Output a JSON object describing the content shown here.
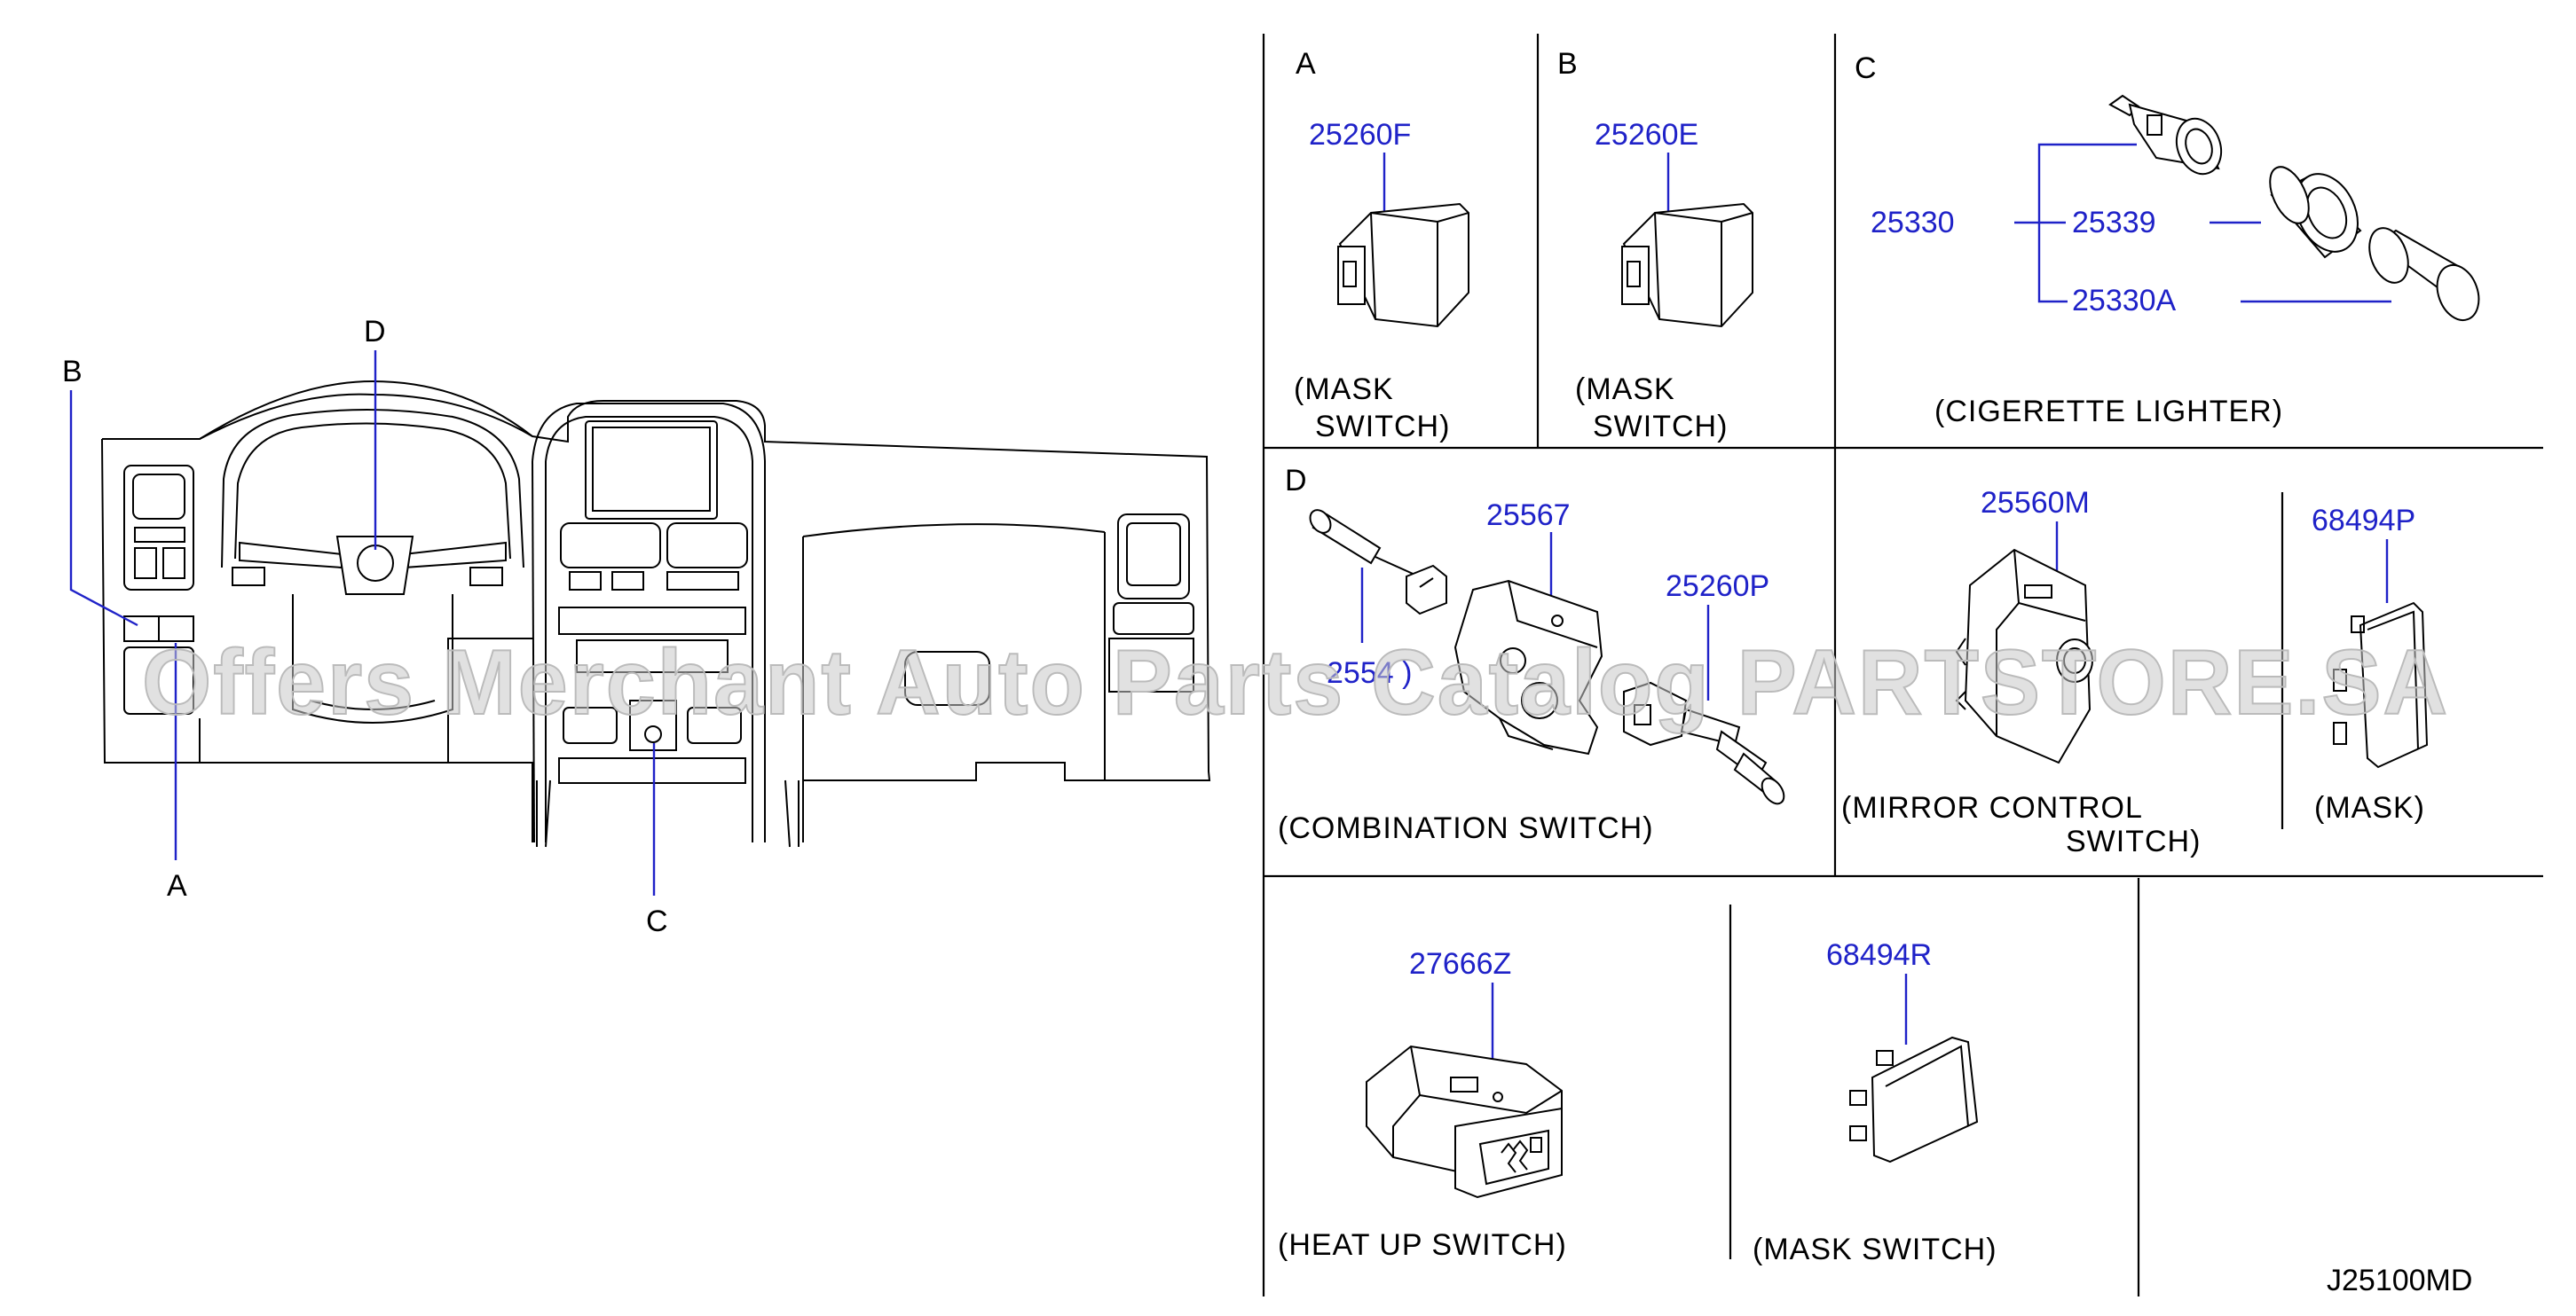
{
  "overview": {
    "callout_a": "A",
    "callout_b": "B",
    "callout_c": "C",
    "callout_d": "D"
  },
  "panels": {
    "a": {
      "letter": "A",
      "part": "25260F",
      "caption_l1": "(MASK",
      "caption_l2": "SWITCH)"
    },
    "b": {
      "letter": "B",
      "part": "25260E",
      "caption_l1": "(MASK",
      "caption_l2": "SWITCH)"
    },
    "c": {
      "letter": "C",
      "part_assembly": "25330",
      "part_body": "25339",
      "part_plug": "25330A",
      "caption": "(CIGERETTE   LIGHTER)"
    },
    "d": {
      "letter": "D",
      "part_cover": "25567",
      "part_switch": "25260P",
      "part_partial": "2554 )",
      "caption": "(COMBINATION   SWITCH)"
    },
    "mirror": {
      "part": "25560M",
      "caption_l1": "(MIRROR       CONTROL",
      "caption_l2": "SWITCH)"
    },
    "mask": {
      "part": "68494P",
      "caption": "(MASK)"
    },
    "heat": {
      "part": "27666Z",
      "caption": "(HEAT   UP   SWITCH)"
    },
    "mask_switch": {
      "part": "68494R",
      "caption": "(MASK   SWITCH)"
    }
  },
  "diagram_code": "J25100MD",
  "watermark": "Offers Merchant Auto Parts Catalog PARTSTORE.SA",
  "colors": {
    "part_number": "#1f22c8",
    "line": "#000000",
    "watermark": "#c9c9c9"
  }
}
